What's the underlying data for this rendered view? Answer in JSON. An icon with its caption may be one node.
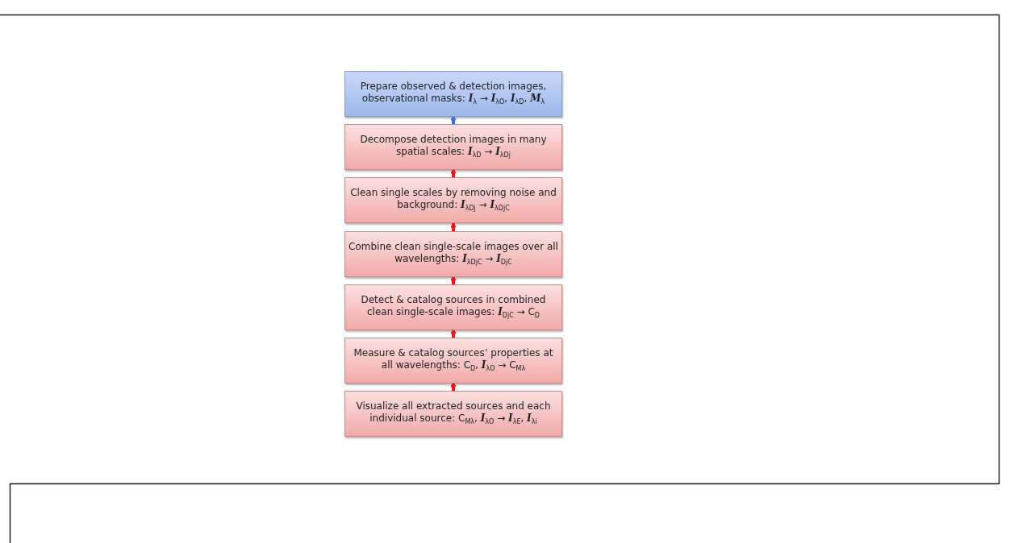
{
  "diagram": {
    "nodes": [
      {
        "text": [
          "Prepare observed & detection images, observational masks: *I*$_{λ}$ → *I*$_{λO}$, *I*$_{λD}$, *M*$_{λ}$"
        ]
      },
      {
        "text": [
          "Decompose detection images in many spatial scales: *I*$_{λD}$ → *I*$_{λDj}$"
        ]
      },
      {
        "text": [
          "Clean single scales by removing noise and background: *I*$_{λDj}$ → *I*$_{λDjC}$"
        ]
      },
      {
        "text": [
          "Combine clean single-scale images over all wavelengths: *I*$_{λDjC}$ → *I*$_{DjC}$"
        ]
      },
      {
        "text": [
          "Detect & catalog sources in combined clean single-scale images: *I*$_{DjC}$ → C$_{D}$"
        ]
      },
      {
        "text": [
          "Measure & catalog sources’ properties at all wavelengths: C$_{D}$, *I*$_{λO}$ → C$_{Mλ}$"
        ]
      },
      {
        "text": [
          "Visualize all extracted sources and each individual source: C$_{Mλ}$, *I*$_{λO}$ → *I*$_{λE}$, *I*$_{λi}$"
        ]
      }
    ],
    "edges": [
      {
        "from": 0,
        "to": 1,
        "arrow": "to",
        "color": "#3a6fe0"
      },
      {
        "from": 1,
        "to": 2,
        "arrow": "to"
      },
      {
        "from": 2,
        "to": 3,
        "arrow": "to"
      },
      {
        "from": 3,
        "to": 4,
        "arrow": "to"
      },
      {
        "from": 4,
        "to": 5,
        "arrow": "to"
      },
      {
        "from": 5,
        "to": 6,
        "arrow": "to"
      }
    ]
  }
}
